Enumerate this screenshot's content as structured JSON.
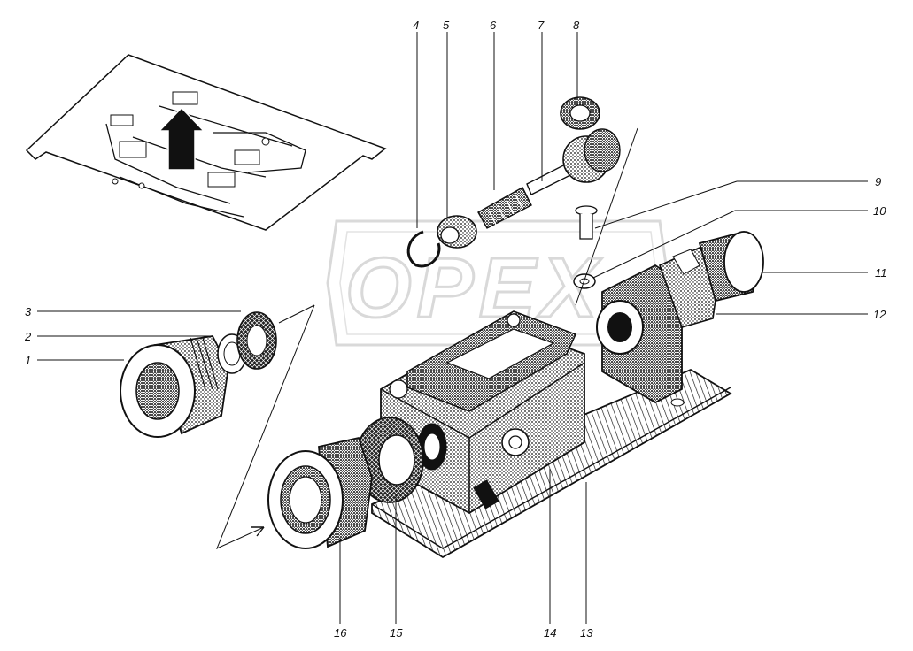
{
  "watermark": {
    "text": "OPEX"
  },
  "callouts": [
    {
      "id": "c1",
      "label": "1"
    },
    {
      "id": "c2",
      "label": "2"
    },
    {
      "id": "c3",
      "label": "3"
    },
    {
      "id": "c4",
      "label": "4"
    },
    {
      "id": "c5",
      "label": "5"
    },
    {
      "id": "c6",
      "label": "6"
    },
    {
      "id": "c7",
      "label": "7"
    },
    {
      "id": "c8",
      "label": "8"
    },
    {
      "id": "c9",
      "label": "9"
    },
    {
      "id": "c10",
      "label": "10"
    },
    {
      "id": "c11",
      "label": "11"
    },
    {
      "id": "c12",
      "label": "12"
    },
    {
      "id": "c13",
      "label": "13"
    },
    {
      "id": "c14",
      "label": "14"
    },
    {
      "id": "c15",
      "label": "15"
    },
    {
      "id": "c16",
      "label": "16"
    }
  ],
  "palette": {
    "ink": "#111111",
    "paper": "#ffffff",
    "stipple": "#1a1a1a",
    "watermark": "#c8c8c8"
  }
}
